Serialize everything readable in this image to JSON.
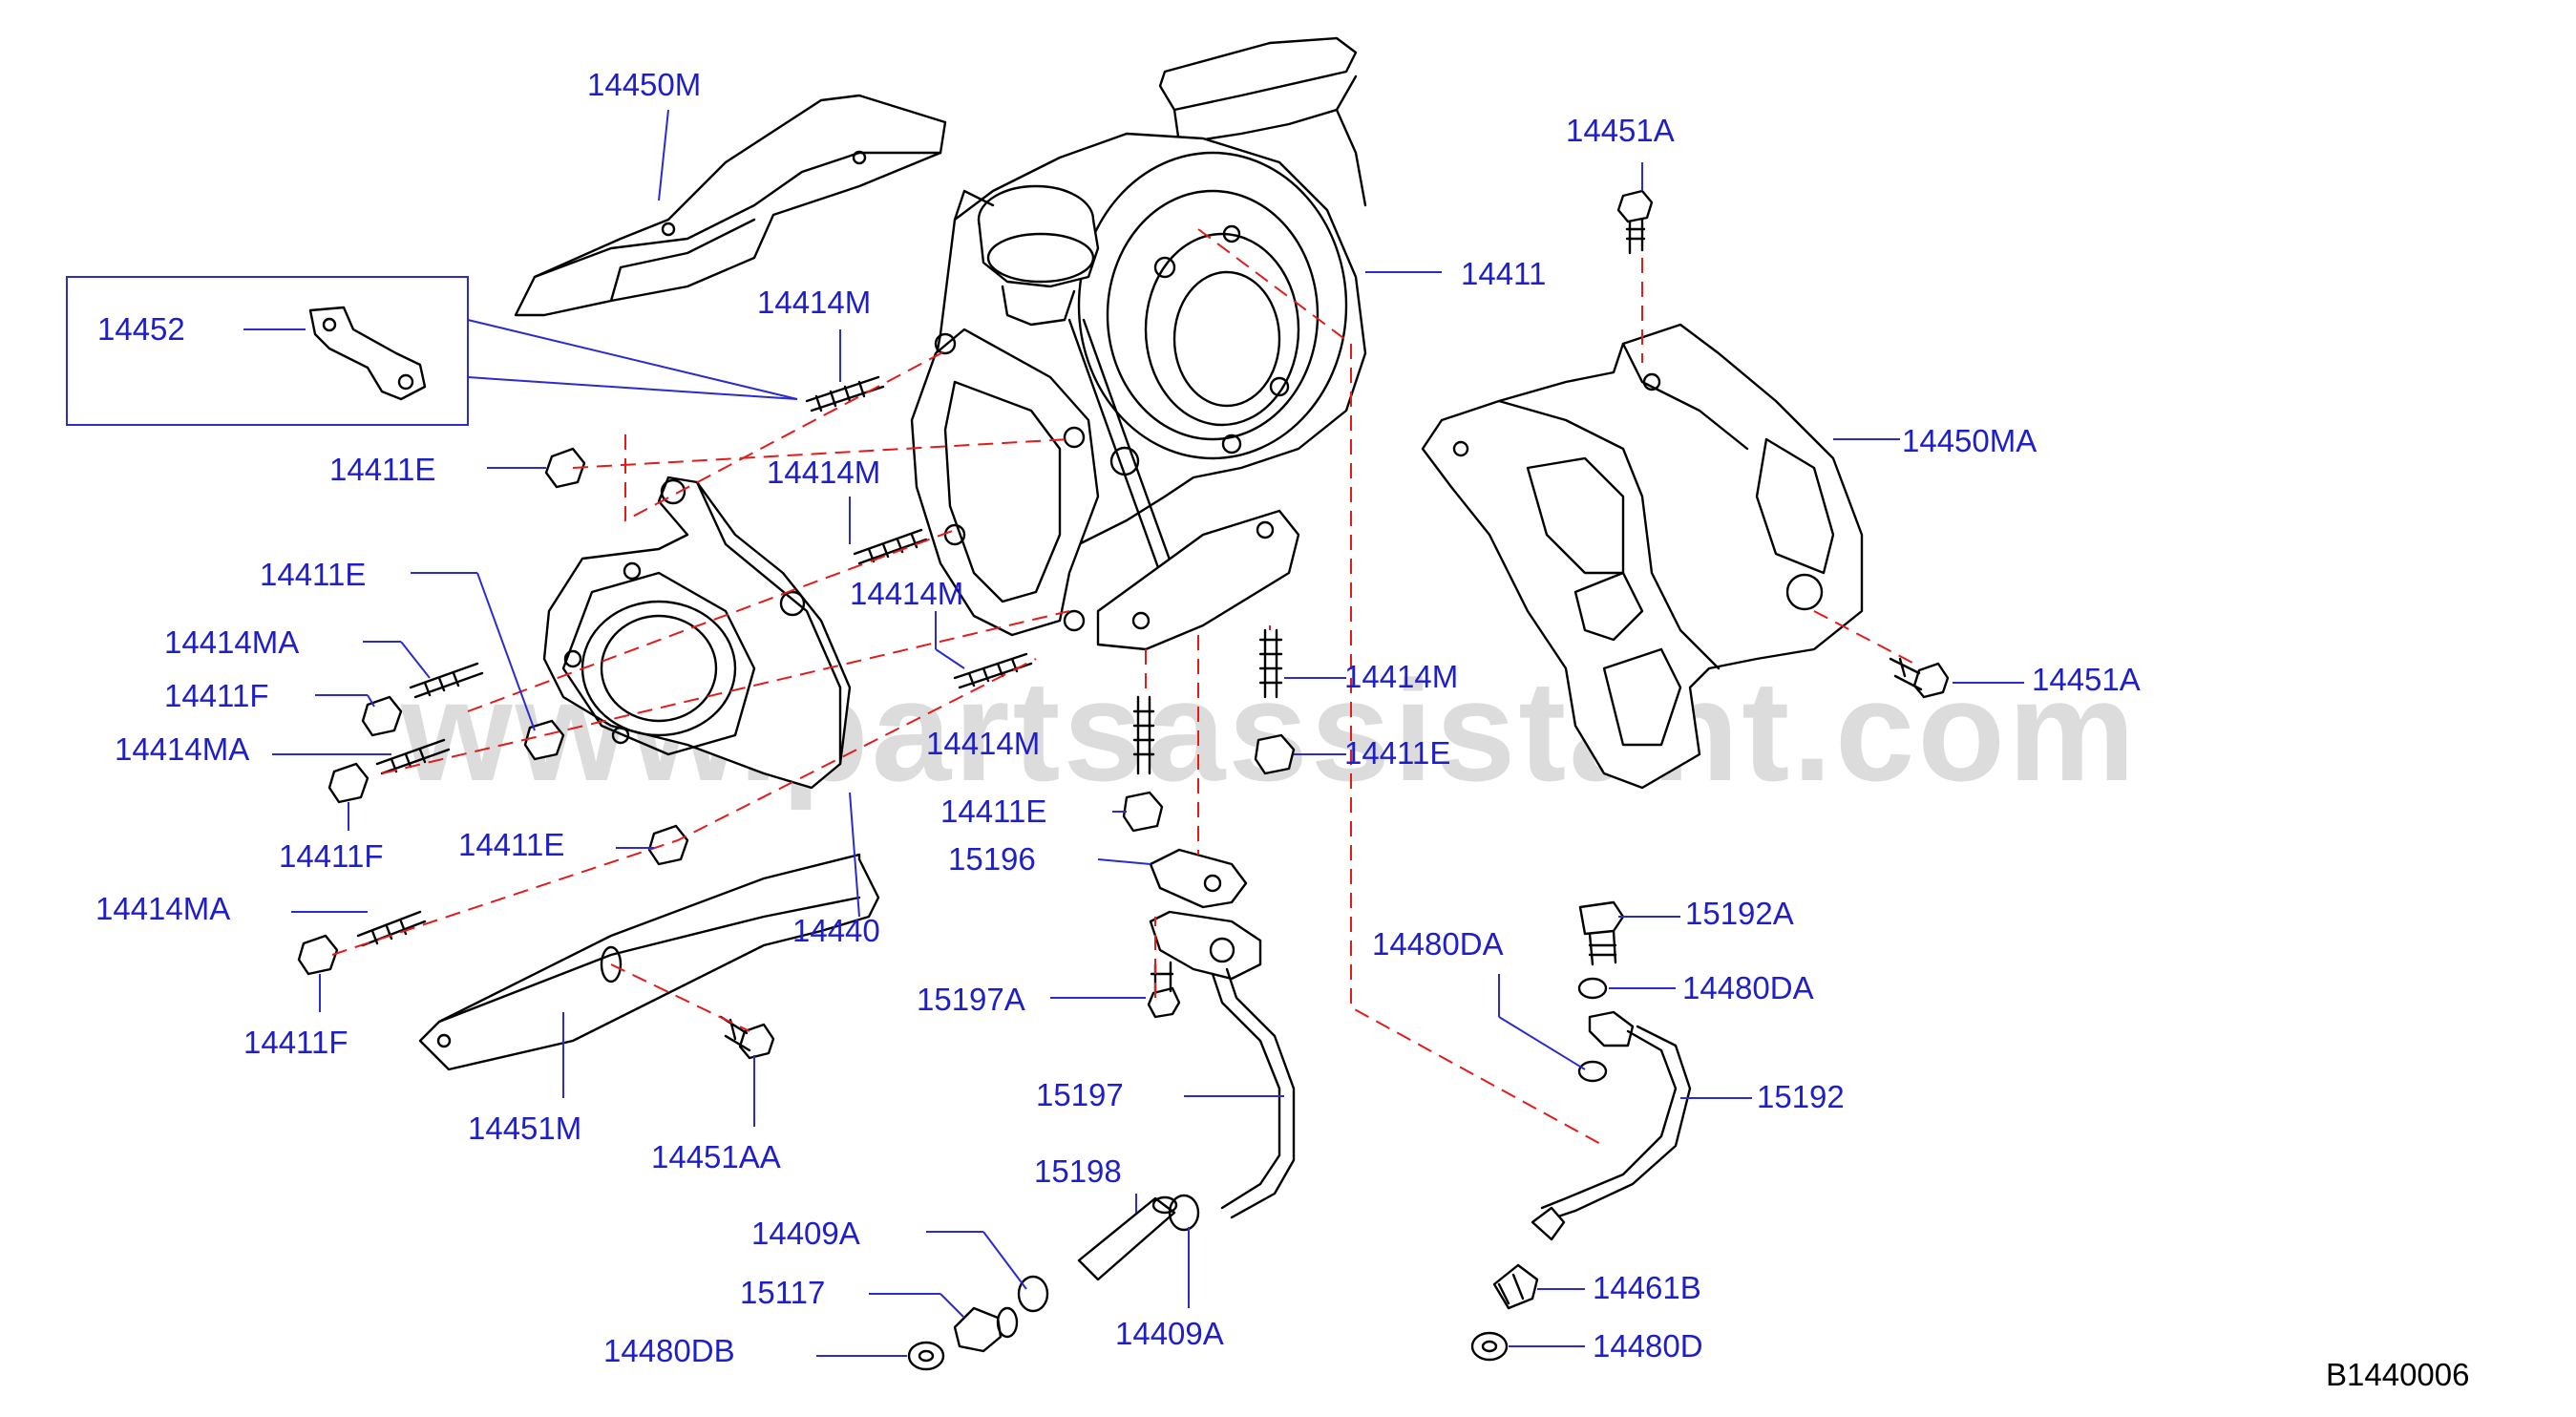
{
  "diagram": {
    "watermark": "www.partsassistant.com",
    "reference_code": "B1440006",
    "labels": {
      "p14450M": "14450M",
      "p14452": "14452",
      "p14414M_a": "14414M",
      "p14411E_a": "14411E",
      "p14414M_b": "14414M",
      "p14411E_b": "14411E",
      "p14414M_c": "14414M",
      "p14414MA_a": "14414MA",
      "p14411F_a": "14411F",
      "p14414MA_b": "14414MA",
      "p14411F_b": "14411F",
      "p14411E_c": "14411E",
      "p14414MA_c": "14414MA",
      "p14440": "14440",
      "p14411F_c": "14411F",
      "p14451M": "14451M",
      "p14451AA": "14451AA",
      "p14411": "14411",
      "p14451A_a": "14451A",
      "p14450MA": "14450MA",
      "p14451A_b": "14451A",
      "p14414M_d": "14414M",
      "p14414M_e": "14414M",
      "p14411E_d": "14411E",
      "p14411E_e": "14411E",
      "p15196": "15196",
      "p15197A": "15197A",
      "p15197": "15197",
      "p15198": "15198",
      "p14409A_a": "14409A",
      "p15117": "15117",
      "p14480DB": "14480DB",
      "p14409A_b": "14409A",
      "p15192A": "15192A",
      "p14480DA_a": "14480DA",
      "p14480DA_b": "14480DA",
      "p15192": "15192",
      "p14461B": "14461B",
      "p14480D": "14480D"
    }
  }
}
